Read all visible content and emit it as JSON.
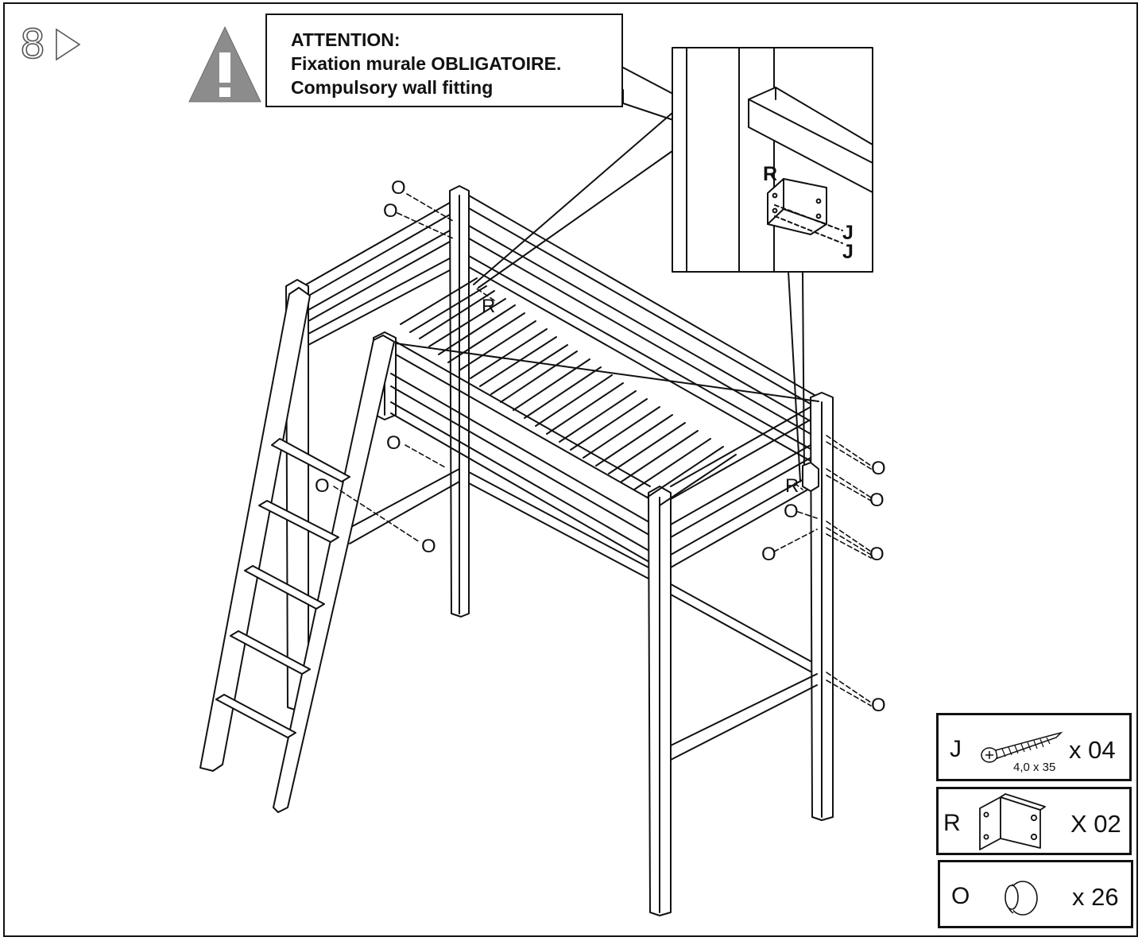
{
  "step": {
    "number": "8"
  },
  "attention": {
    "title": "ATTENTION:",
    "line_fr": "Fixation murale OBLIGATOIRE.",
    "line_en": "Compulsory wall fitting"
  },
  "labels": {
    "cap": "O",
    "bracket": "R",
    "screw": "J"
  },
  "parts": [
    {
      "code": "J",
      "qty": "x 04",
      "size": "4,0 x 35",
      "icon": "screw-icon"
    },
    {
      "code": "R",
      "qty": "X 02",
      "icon": "angle-bracket-icon"
    },
    {
      "code": "O",
      "qty": "x 26",
      "icon": "cap-icon"
    }
  ],
  "colors": {
    "line": "#111111",
    "warning_grey": "#8c8c8c",
    "background": "#ffffff"
  }
}
